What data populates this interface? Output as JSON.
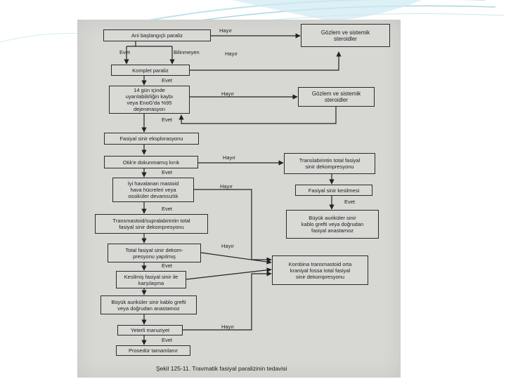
{
  "diagram": {
    "nodes": {
      "ani": "Ani başlangıçlı paraliz",
      "gozlem1": "Gözlem ve sistemik\nsteroidler",
      "komplet": "Komplet paraliz",
      "ondort": "14 gün içinde\nuyarılabilirliğin kaybı\nveya EnoG'da %95\ndejenerasyon",
      "gozlem2": "Gözlem ve sistemik\nsteroidler",
      "eksplorasyon": "Fasiyal sinir eksplorasyonu",
      "otik": "Otik'e dokunmamış kırık",
      "translab": "Translabirintin total fasiyal\nsinir dekompresyonu",
      "kesilmesi": "Fasiyal sinir kesilmesi",
      "buyuk_sag": "Büyük auriküler sinir\nkablo grefti veya doğrudan\nfasiyal anastamoz",
      "mastoid": "İyi havalanan mastoid\nhava hücreleri veya\nossiküler devamsızlık",
      "transmastoid": "Transmastoid/supralabirintin total\nfasiyal sinir dekompresyonu",
      "kombina": "Kombina transmastoid orta\nkraniyal fossa total fasiyal\nsinir dekompresyonu",
      "total": "Total fasiyal sinir dekom-\npresyonu yapılmış",
      "kesilmis": "Kesilmiş fasiyal sinir ile\nkarşılaşma",
      "buyuk_sol": "Büyük auriküler sinir kablo grefti\nveya doğrudan anastamoz",
      "yeterli": "Yeterli maruziyet",
      "prosedur": "Prosedür tamamlanır"
    },
    "labels": {
      "hayir": "Hayır",
      "evet": "Evet",
      "bilinmeyen": "Bilinmeyen"
    },
    "caption": "Şekil 125-11. Travmatik fasiyal paralizinin tedavisi"
  }
}
